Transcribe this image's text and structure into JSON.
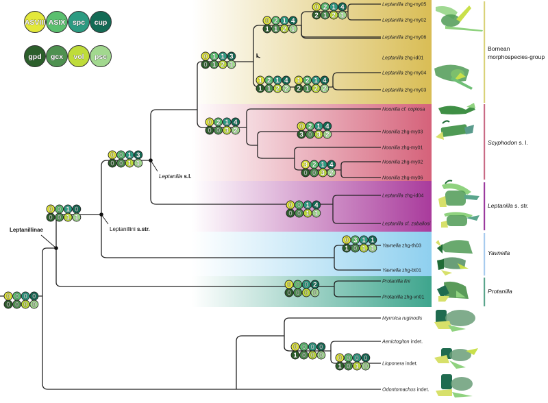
{
  "legend": {
    "characters": [
      {
        "code": "ASVIII",
        "color": "#e3e83a"
      },
      {
        "code": "ASIX",
        "color": "#5bbf6f"
      },
      {
        "code": "spc",
        "color": "#2c9b82"
      },
      {
        "code": "cup",
        "color": "#136b55"
      },
      {
        "code": "gpd",
        "color": "#2c5f2b"
      },
      {
        "code": "gcx",
        "color": "#4e9150"
      },
      {
        "code": "vol",
        "color": "#bfdc3a"
      },
      {
        "code": "psc",
        "color": "#a2d88f"
      }
    ]
  },
  "clade_bands": [
    {
      "name": "bornean",
      "color": "#d9bd55"
    },
    {
      "name": "scyphodon",
      "color": "#d5627a"
    },
    {
      "name": "leptanilla-sstr",
      "color": "#a93b9c"
    },
    {
      "name": "yavnella",
      "color": "#8fd0ef"
    },
    {
      "name": "protanilla",
      "color": "#3ea58d"
    }
  ],
  "groups": [
    {
      "label_italic": "",
      "label_line1": "Bornean",
      "label_line2": "morphospecies-group",
      "bar_color": "#d9d279"
    },
    {
      "label_italic": "Scyphodon",
      "label_rest": " s. l.",
      "bar_color": "#c96b86"
    },
    {
      "label_italic": "Leptanilla",
      "label_rest": " s. str.",
      "bar_color": "#9b3a9e"
    },
    {
      "label_italic": "Yavnella",
      "label_rest": "",
      "bar_color": "#a7cbee"
    },
    {
      "label_italic": "Protanilla",
      "label_rest": "",
      "bar_color": "#5aa58c"
    }
  ],
  "node_labels": {
    "leptanillinae": "Leptanillinae",
    "leptanillini": "Leptanillini",
    "leptanillini_suffix": " s.str.",
    "leptanilla_sl_genus": "Leptanilla",
    "leptanilla_sl_suffix": " s.l."
  },
  "taxa": [
    {
      "genus": "Leptanilla",
      "rest": " zhg-my05"
    },
    {
      "genus": "Leptanilla",
      "rest": " zhg-my02"
    },
    {
      "genus": "Leptanilla",
      "rest": " zhg-my06"
    },
    {
      "genus": "Leptanilla",
      "rest": " zhg-id01"
    },
    {
      "genus": "Leptanilla",
      "rest": " zhg-my04"
    },
    {
      "genus": "Leptanilla",
      "rest": " zhg-my03"
    },
    {
      "genus": "Noonilla",
      "rest": " cf. copiosa",
      "all_italic": true
    },
    {
      "genus": "Noonilla",
      "rest": " zhg-my03"
    },
    {
      "genus": "Noonilla",
      "rest": " zhg-my01"
    },
    {
      "genus": "Noonilla",
      "rest": " zhg-my02"
    },
    {
      "genus": "Noonilla",
      "rest": " zhg-my06"
    },
    {
      "genus": "Leptanilla",
      "rest": " zhg-id04"
    },
    {
      "genus": "Leptanilla",
      "rest": " cf. zaballosi",
      "all_italic": true
    },
    {
      "genus": "Yavnella",
      "rest": " zhg-th03"
    },
    {
      "genus": "Yavnella",
      "rest": " zhg-bt01"
    },
    {
      "genus": "Protanilla",
      "rest": " lini",
      "all_italic": true
    },
    {
      "genus": "Protanilla",
      "rest": " zhg-vn01"
    },
    {
      "genus": "Myrmica",
      "rest": " ruginodis",
      "all_italic": true
    },
    {
      "genus": "Aenictogiton",
      "rest": " indet."
    },
    {
      "genus": "Lioponera",
      "rest": " indet."
    },
    {
      "genus": "Odontomachus",
      "rest": " indet."
    }
  ],
  "state_sets": [
    {
      "id": "root",
      "top": [
        "0",
        "0",
        "0",
        "0"
      ],
      "bottom": [
        "0",
        "0",
        "0",
        "0"
      ]
    },
    {
      "id": "leptanillini",
      "top": [
        "0",
        "0",
        "1",
        "0"
      ],
      "bottom": [
        "0",
        "0",
        "1",
        "1"
      ]
    },
    {
      "id": "leptanilla-sl",
      "top": [
        "0",
        "0",
        "1",
        "3"
      ],
      "bottom": [
        "0",
        "0",
        "1",
        "1"
      ]
    },
    {
      "id": "bornean-scyphodon",
      "top": [
        "0",
        "1",
        "1",
        "3"
      ],
      "bottom": [
        "0",
        "1",
        "2",
        "1"
      ]
    },
    {
      "id": "bornean",
      "top": [
        "0",
        "2",
        "1",
        "4"
      ],
      "bottom": [
        "1",
        "1",
        "2",
        "1"
      ]
    },
    {
      "id": "my05-my02",
      "top": [
        "0",
        "2",
        "1",
        "4"
      ],
      "bottom": [
        "2",
        "1",
        "2",
        "1"
      ]
    },
    {
      "id": "my04-my03-a",
      "top": [
        "1",
        "2",
        "1",
        "4"
      ],
      "bottom": [
        "1",
        "1",
        "2",
        "2"
      ]
    },
    {
      "id": "my04-my03-b",
      "top": [
        "1",
        "2",
        "1",
        "4"
      ],
      "bottom": [
        "2",
        "1",
        "2",
        "2"
      ]
    },
    {
      "id": "scyphodon",
      "top": [
        "0",
        "2",
        "1",
        "4"
      ],
      "bottom": [
        "0",
        "0",
        "3",
        "2"
      ]
    },
    {
      "id": "noonilla-my03",
      "top": [
        "0",
        "2",
        "1",
        "4"
      ],
      "bottom": [
        "3",
        "0",
        "3",
        "2"
      ]
    },
    {
      "id": "noonilla-my02-my06",
      "top": [
        "3",
        "2",
        "1",
        "4"
      ],
      "bottom": [
        "0",
        "0",
        "3",
        "2"
      ]
    },
    {
      "id": "leptanilla-sstr",
      "top": [
        "0",
        "0",
        "1",
        "4"
      ],
      "bottom": [
        "0",
        "0",
        "1",
        "1"
      ]
    },
    {
      "id": "yavnella-th03",
      "top": [
        "0",
        "3",
        "1",
        "1"
      ],
      "bottom": [
        "1",
        "0",
        "1",
        "1"
      ]
    },
    {
      "id": "protanilla",
      "top": [
        "0",
        "0",
        "0",
        "2"
      ],
      "bottom": [
        "0",
        "0",
        "0",
        "0"
      ]
    },
    {
      "id": "outgroup-a",
      "top": [
        "0",
        "0",
        "0",
        "0"
      ],
      "bottom": [
        "1",
        "0",
        "0",
        "0"
      ]
    },
    {
      "id": "outgroup-b",
      "top": [
        "0",
        "0",
        "0",
        "0"
      ],
      "bottom": [
        "1",
        "0",
        "1",
        "0"
      ]
    }
  ]
}
